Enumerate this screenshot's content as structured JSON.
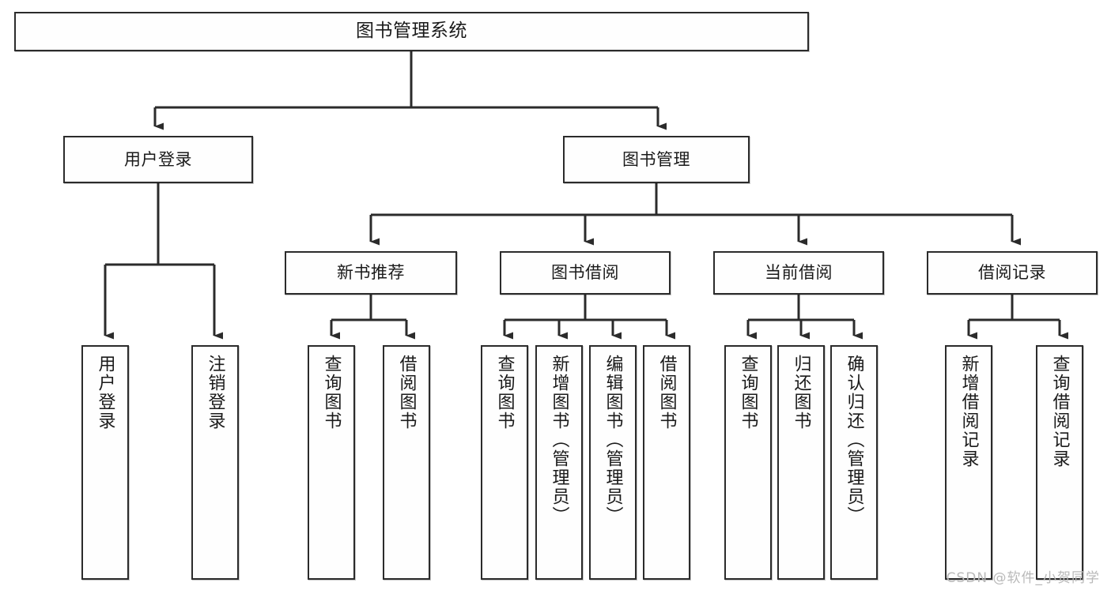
{
  "diagram": {
    "title": "图书管理系统",
    "watermark": "CSDN @软件_小贺同学",
    "colors": {
      "box_border": "#2b2b2b",
      "box_fill": "#fefefe",
      "edge": "#2b2b2b",
      "text": "#1a1a1a",
      "watermark": "#b9b9b9",
      "background": "#ffffff"
    },
    "root": {
      "label": "图书管理系统"
    },
    "level2": [
      {
        "label": "用户登录"
      },
      {
        "label": "图书管理"
      }
    ],
    "level3": [
      {
        "label": "新书推荐"
      },
      {
        "label": "图书借阅"
      },
      {
        "label": "当前借阅"
      },
      {
        "label": "借阅记录"
      }
    ],
    "leaves": {
      "user_login": [
        {
          "label": "用户登录"
        },
        {
          "label": "注销登录"
        }
      ],
      "new_book_recommend": [
        {
          "label": "查询图书"
        },
        {
          "label": "借阅图书"
        }
      ],
      "book_borrow": [
        {
          "label": "查询图书"
        },
        {
          "label": "新增图书（管理员）"
        },
        {
          "label": "编辑图书（管理员）"
        },
        {
          "label": "借阅图书"
        }
      ],
      "current_borrow": [
        {
          "label": "查询图书"
        },
        {
          "label": "归还图书"
        },
        {
          "label": "确认归还（管理员）"
        }
      ],
      "borrow_record": [
        {
          "label": "新增借阅记录"
        },
        {
          "label": "查询借阅记录"
        }
      ]
    }
  }
}
